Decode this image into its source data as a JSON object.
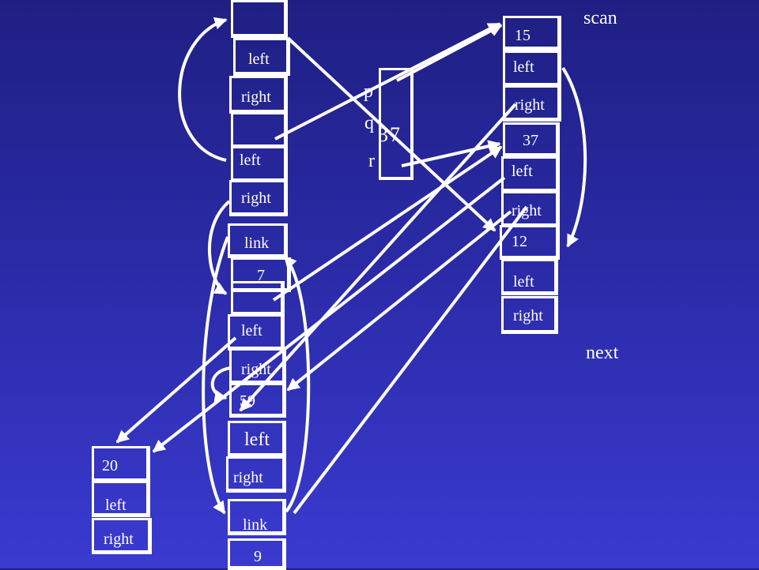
{
  "scan_label": "scan",
  "next_label": "next",
  "registers": {
    "p": "p",
    "q": "q",
    "r": "r",
    "q_value": "37"
  },
  "nodes": {
    "top_node": {
      "field_left": "left",
      "field_right": "right"
    },
    "second_node": {
      "field_left": "left",
      "field_right": "right",
      "field_link": "link",
      "value": "7"
    },
    "third_node": {
      "field_left": "left",
      "field_right": "right",
      "value": "59"
    },
    "fourth_node": {
      "field_left": "left",
      "field_right": "right",
      "field_link": "link",
      "value": "9"
    },
    "node_20": {
      "value": "20",
      "field_left": "left",
      "field_right": "right"
    },
    "node_15": {
      "value": "15",
      "field_left": "left",
      "field_right": "right"
    },
    "node_37": {
      "value": "37",
      "field_left": "left",
      "field_right": "right"
    },
    "node_12": {
      "value": "12",
      "field_left": "left",
      "field_right": "right"
    }
  },
  "colors": {
    "background_top": "#1f1f83",
    "background_bottom": "#3a3ad0",
    "ink": "#ffffff"
  }
}
